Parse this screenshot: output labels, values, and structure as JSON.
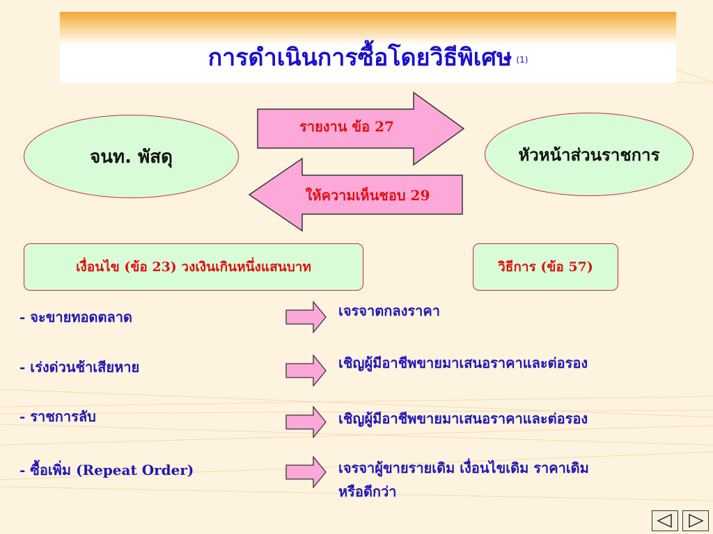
{
  "slide": {
    "title": "การดำเนินการซื้อโดยวิธีพิเศษ",
    "title_note": "(1)"
  },
  "flow": {
    "left_oval": "จนท. พัสดุ",
    "right_oval": "หัวหน้าส่วนราชการ",
    "arrow_right_label": "รายงาน ข้อ 27",
    "arrow_left_label": "ให้ความเห็นชอบ 29"
  },
  "condition_box": "เงื่อนไข (ข้อ 23) วงเงินเกินหนึ่งแสนบาท",
  "method_box": "วิธีการ (ข้อ 57)",
  "items": [
    {
      "condition": "- จะขายทอดตลาด",
      "method": "เจรจาตกลงราคา",
      "method_line2": ""
    },
    {
      "condition": "- เร่งด่วนช้าเสียหาย",
      "method": "เชิญผู้มีอาชีพขายมาเสนอราคาและต่อรอง",
      "method_line2": ""
    },
    {
      "condition": "- ราชการลับ",
      "method": "เชิญผู้มีอาชีพขายมาเสนอราคาและต่อรอง",
      "method_line2": ""
    },
    {
      "condition": "- ซื้อเพิ่ม (Repeat Order)",
      "method": "เจรจาผู้ขายรายเดิม เงื่อนไขเดิม ราคาเดิม",
      "method_line2": "หรือดีกว่า"
    }
  ],
  "nav": {
    "prev_icon": "triangle-left-icon",
    "next_icon": "triangle-right-icon"
  },
  "colors": {
    "title_text": "#1a0fd0",
    "arrow_fill": "#fca8d8",
    "arrow_label": "#e01010",
    "box_fill": "#d8fcd8",
    "box_border": "#d02828",
    "item_text": "#1e16b4",
    "title_bar_accent": "#f2a636"
  }
}
